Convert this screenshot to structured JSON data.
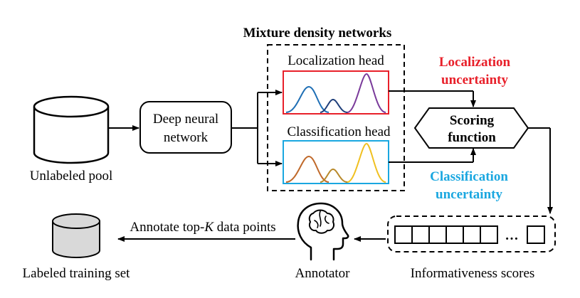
{
  "title": "Mixture density networks",
  "unlabeled_pool": "Unlabeled pool",
  "deep_neural_network": [
    "Deep neural",
    "network"
  ],
  "localization_head": "Localization head",
  "classification_head": "Classification head",
  "localization_uncertainty": [
    "Localization",
    "uncertainty"
  ],
  "classification_uncertainty": [
    "Classification",
    "uncertainty"
  ],
  "scoring_function": [
    "Scoring",
    "function"
  ],
  "informativeness_scores": "Informativeness scores",
  "annotator": "Annotator",
  "annotate_prefix": "Annotate top-",
  "annotate_k": "K",
  "annotate_suffix": " data points",
  "labeled_training_set": "Labeled training set",
  "ellipsis": "…",
  "colors": {
    "localization_border": "#e8202a",
    "localization_text": "#e8202a",
    "classification_border": "#1aa7e0",
    "classification_text": "#1aa7e0",
    "loc_curve_1": "#1f6fb5",
    "loc_curve_2": "#1f3f7a",
    "loc_curve_3": "#7a3a9a",
    "cls_curve_1": "#c0692a",
    "cls_curve_2": "#b8892a",
    "cls_curve_3": "#f0c020"
  },
  "icons": {
    "unlabeled_pool": "cylinder-icon",
    "labeled_training_set": "cylinder-icon",
    "annotator": "head-brain-icon"
  }
}
